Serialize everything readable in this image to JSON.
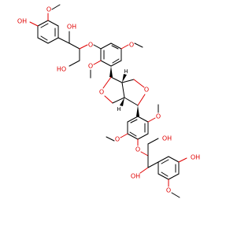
{
  "molecule": {
    "labels": {
      "oh": "OH",
      "ho": "HO",
      "o": "O",
      "h": "H"
    },
    "colors": {
      "bond": "#000000",
      "heteroatom": "#e00000",
      "background": "#ffffff"
    }
  }
}
